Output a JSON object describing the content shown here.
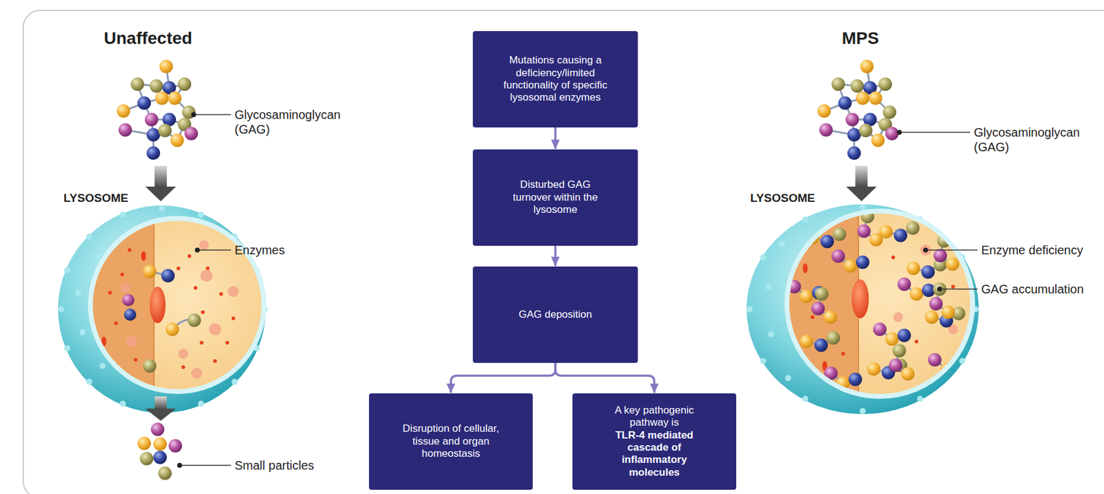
{
  "diagram": {
    "nodes": [
      {
        "text": [
          "Mutations causing a deficiency/limited functionality of specific lysosomal enzymes"
        ]
      },
      {
        "text": [
          "Disturbed GAG turnover within the lysosome"
        ]
      },
      {
        "text": [
          "GAG deposition"
        ]
      },
      {
        "text": [
          "Disruption of cellular, tissue and organ homeostasis"
        ]
      },
      {
        "text": [
          "A key pathogenic pathway is",
          "TLR-4 mediated cascade of inflammatory molecules"
        ]
      }
    ],
    "edges": [
      {
        "from": 0,
        "to": 1,
        "arrow": "to"
      },
      {
        "from": 1,
        "to": 2,
        "arrow": "to"
      },
      {
        "from": 2,
        "to": 3,
        "arrow": "to"
      },
      {
        "from": 2,
        "to": 4,
        "arrow": "to"
      }
    ],
    "labels": [
      "Unaffected",
      "Glycosaminoglycan (GAG)",
      "LYSOSOME",
      "Enzymes",
      "Small particles",
      "MPS",
      "Glycosaminoglycan (GAG)",
      "LYSOSOME",
      "Enzyme deficiency",
      "GAG accumulation"
    ]
  }
}
